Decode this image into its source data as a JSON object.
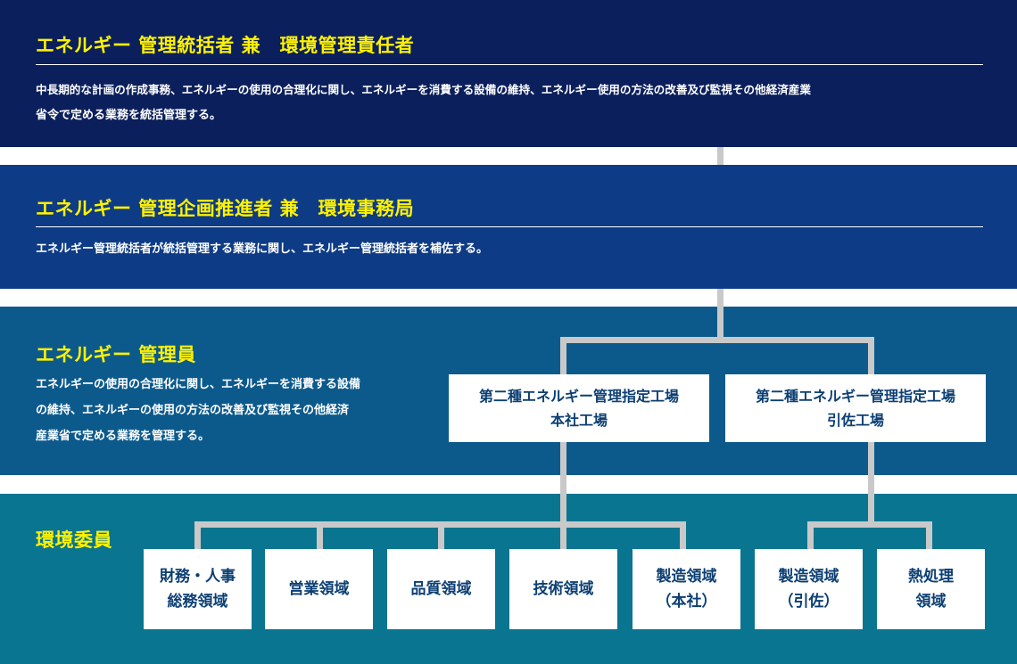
{
  "sections": [
    {
      "title": "エネルギー 管理統括者 兼　環境管理責任者",
      "description_lines": [
        "中長期的な計画の作成事務、エネルギーの使用の合理化に関し、エネルギーを消費する設備の維持、エネルギー使用の方法の改善及び監視その他経済産業",
        "省令で定める業務を統括管理する。"
      ]
    },
    {
      "title": "エネルギー 管理企画推進者 兼　環境事務局",
      "description_lines": [
        "エネルギー管理統括者が統括管理する業務に関し、エネルギー管理統括者を補佐する。"
      ]
    },
    {
      "title": "エネルギー 管理員",
      "description_lines": [
        "エネルギーの使用の合理化に関し、エネルギーを消費する設備",
        "の維持、エネルギーの使用の方法の改善及び監視その他経済",
        "産業省で定める業務を管理する。"
      ]
    },
    {
      "title": "環境委員"
    }
  ],
  "plants": [
    {
      "line1": "第二種エネルギー管理指定工場",
      "line2": "本社工場"
    },
    {
      "line1": "第二種エネルギー管理指定工場",
      "line2": "引佐工場"
    }
  ],
  "domains": [
    {
      "line1": "財務・人事",
      "line2": "総務領域"
    },
    {
      "line1": "営業領域",
      "line2": ""
    },
    {
      "line1": "品質領域",
      "line2": ""
    },
    {
      "line1": "技術領域",
      "line2": ""
    },
    {
      "line1": "製造領域",
      "line2": "（本社）"
    },
    {
      "line1": "製造領域",
      "line2": "（引佐）"
    },
    {
      "line1": "熱処理",
      "line2": "領域"
    }
  ],
  "colors": {
    "title_yellow": "#fff200",
    "band1": "#0b1f5c",
    "band2": "#0d3b86",
    "band3": "#0c5a8c",
    "band4": "#0a7590",
    "connector": "#c9c9c9",
    "box_text": "#0c3f73"
  }
}
